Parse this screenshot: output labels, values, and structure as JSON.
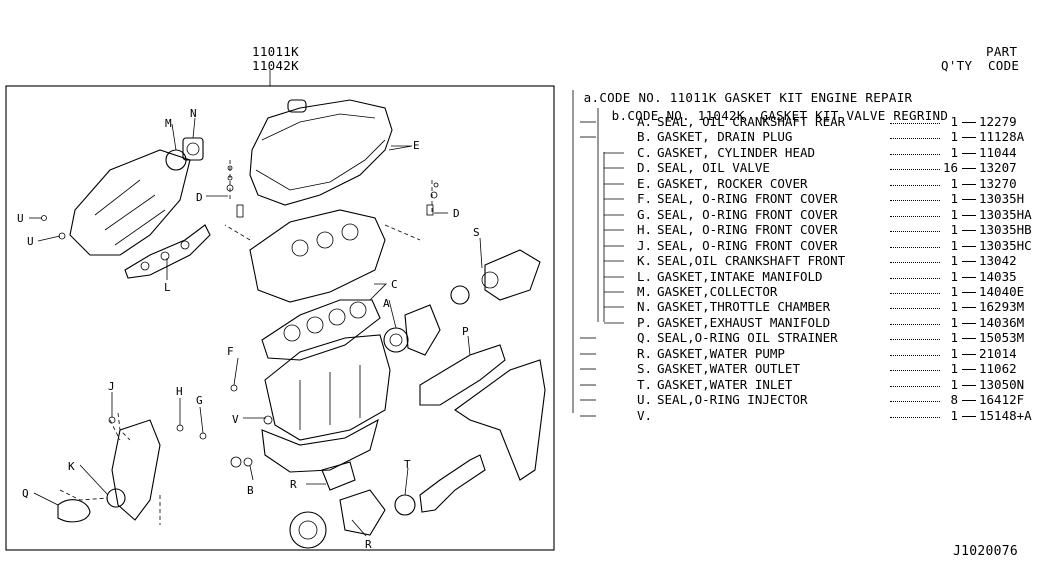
{
  "kit_codes": [
    "11011K",
    "11042K"
  ],
  "header": {
    "part_line1": "PART",
    "part_line2": "Q'TY  CODE"
  },
  "code_a": {
    "marker": "a.",
    "prefix": "CODE NO.",
    "code": "11011K",
    "name": "GASKET KIT ENGINE REPAIR"
  },
  "code_b": {
    "marker": "b.",
    "prefix": "CODE NO.",
    "code": "11042K",
    "name": "GASKET KIT VALVE REGRIND"
  },
  "parts": [
    {
      "letter": "A.",
      "name": "SEAL, OIL CRANKSHAFT REAR",
      "qty": "1",
      "code": "12279"
    },
    {
      "letter": "B.",
      "name": "GASKET, DRAIN PLUG",
      "qty": "1",
      "code": "11128A"
    },
    {
      "letter": "C.",
      "name": "GASKET, CYLINDER HEAD",
      "qty": "1",
      "code": "11044"
    },
    {
      "letter": "D.",
      "name": "SEAL, OIL VALVE",
      "qty": "16",
      "code": "13207"
    },
    {
      "letter": "E.",
      "name": "GASKET, ROCKER COVER",
      "qty": "1",
      "code": "13270"
    },
    {
      "letter": "F.",
      "name": "SEAL, O-RING FRONT COVER",
      "qty": "1",
      "code": "13035H"
    },
    {
      "letter": "G.",
      "name": "SEAL, O-RING FRONT COVER",
      "qty": "1",
      "code": "13035HA"
    },
    {
      "letter": "H.",
      "name": "SEAL, O-RING FRONT COVER",
      "qty": "1",
      "code": "13035HB"
    },
    {
      "letter": "J.",
      "name": "SEAL, O-RING FRONT COVER",
      "qty": "1",
      "code": "13035HC"
    },
    {
      "letter": "K.",
      "name": "SEAL,OIL CRANKSHAFT FRONT",
      "qty": "1",
      "code": "13042"
    },
    {
      "letter": "L.",
      "name": "GASKET,INTAKE MANIFOLD",
      "qty": "1",
      "code": "14035"
    },
    {
      "letter": "M.",
      "name": "GASKET,COLLECTOR",
      "qty": "1",
      "code": "14040E"
    },
    {
      "letter": "N.",
      "name": "GASKET,THROTTLE CHAMBER",
      "qty": "1",
      "code": "16293M"
    },
    {
      "letter": "P.",
      "name": "GASKET,EXHAUST MANIFOLD",
      "qty": "1",
      "code": "14036M"
    },
    {
      "letter": "Q.",
      "name": "SEAL,O-RING OIL STRAINER",
      "qty": "1",
      "code": "15053M"
    },
    {
      "letter": "R.",
      "name": "GASKET,WATER PUMP",
      "qty": "1",
      "code": "21014"
    },
    {
      "letter": "S.",
      "name": "GASKET,WATER OUTLET",
      "qty": "1",
      "code": "11062"
    },
    {
      "letter": "T.",
      "name": "GASKET,WATER INLET",
      "qty": "1",
      "code": "13050N"
    },
    {
      "letter": "U.",
      "name": "SEAL,O-RING INJECTOR",
      "qty": "8",
      "code": "16412F"
    },
    {
      "letter": "V.",
      "name": "",
      "qty": "1",
      "code": "15148+A"
    }
  ],
  "callouts": [
    "A",
    "B",
    "C",
    "D",
    "D",
    "E",
    "F",
    "G",
    "H",
    "J",
    "K",
    "L",
    "M",
    "N",
    "P",
    "Q",
    "R",
    "R",
    "S",
    "T",
    "U",
    "U",
    "V"
  ],
  "diagram_id": "J1020076"
}
